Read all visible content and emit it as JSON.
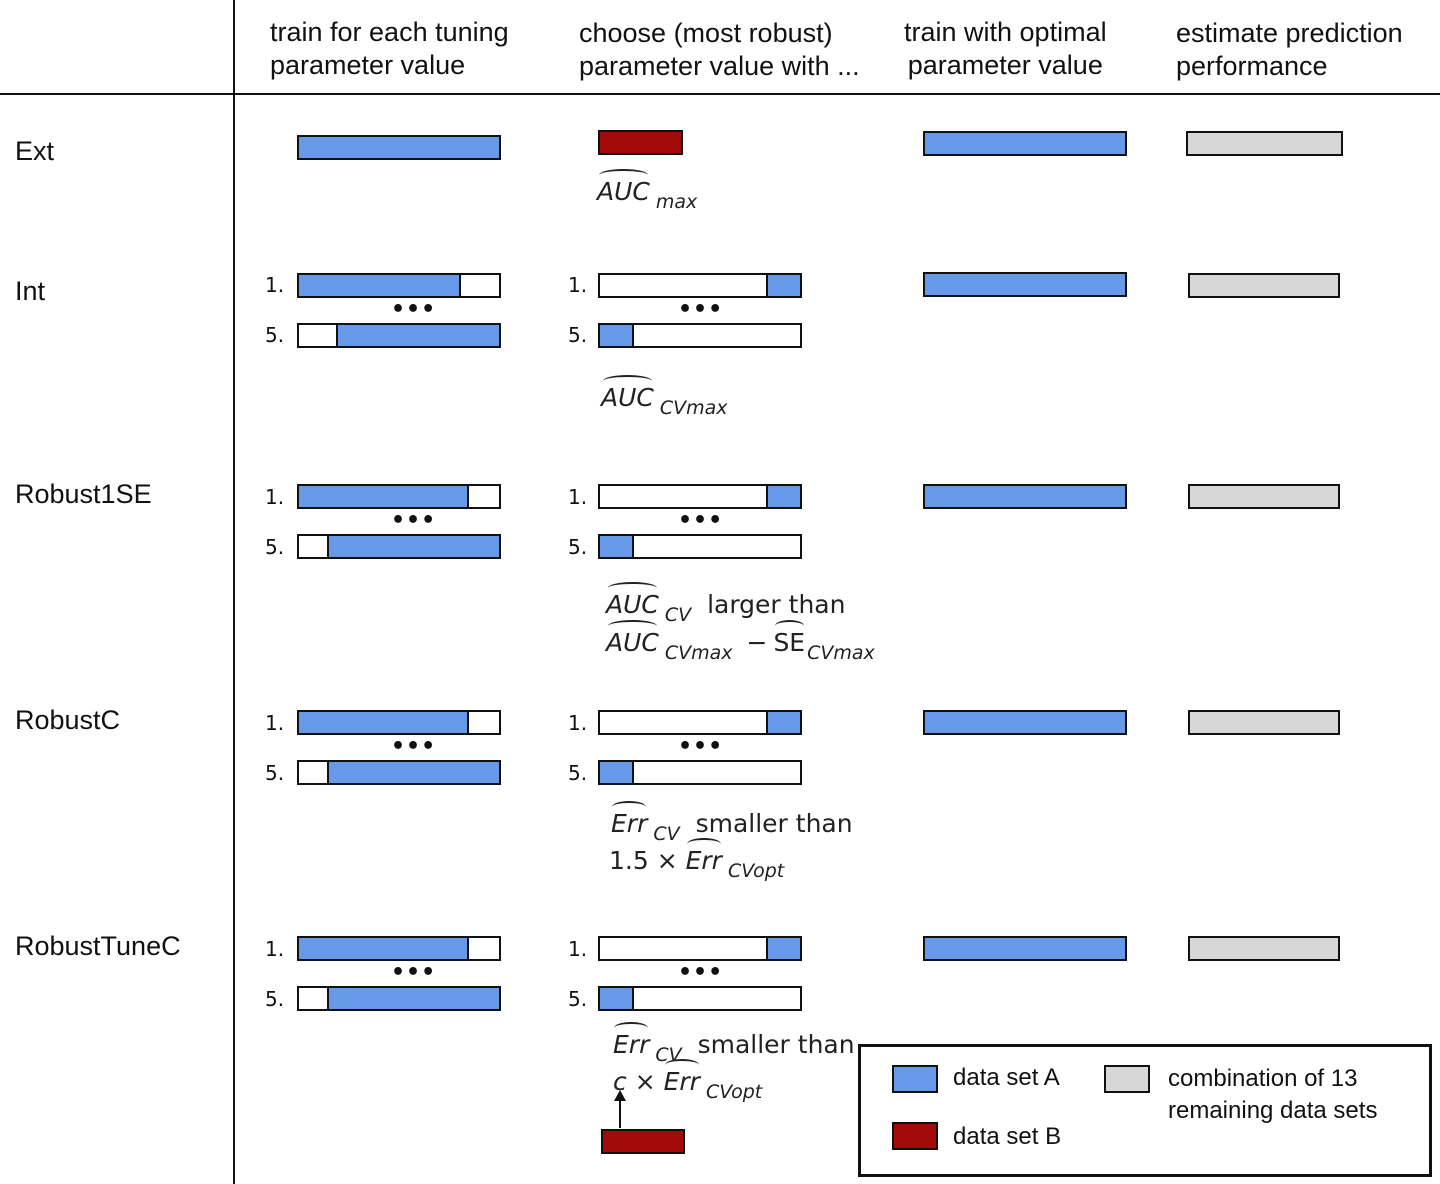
{
  "headers": {
    "col1": [
      "train for each tuning",
      "parameter value"
    ],
    "col2": [
      "choose (most robust)",
      "parameter value with ..."
    ],
    "col3": [
      "train with optimal",
      "parameter value"
    ],
    "col4": [
      "estimate prediction",
      "performance"
    ]
  },
  "rows": {
    "ext": {
      "label": "Ext"
    },
    "int": {
      "label": "Int"
    },
    "robust1se": {
      "label": "Robust1SE"
    },
    "robustc": {
      "label": "RobustC"
    },
    "robusttunec": {
      "label": "RobustTuneC"
    }
  },
  "fold_labels": {
    "first": "1.",
    "last": "5."
  },
  "ellipsis": "•••",
  "formulas": {
    "auc": "AUC",
    "max": "max",
    "cvmax": "CVmax",
    "cv": "CV",
    "err": "Err",
    "cvopt": "CVopt",
    "se": "SE",
    "larger_than": "larger than",
    "smaller_than": "smaller than",
    "minus": "−",
    "factor": "1.5 ×",
    "c_times": "c ×"
  },
  "legend": {
    "data_set_a": "data set A",
    "data_set_b": "data set B",
    "combination": [
      "combination of 13",
      "remaining data sets"
    ]
  },
  "colors": {
    "data_set_a": "#6699e8",
    "data_set_b": "#a30b0b",
    "combination": "#d7d7d7"
  }
}
